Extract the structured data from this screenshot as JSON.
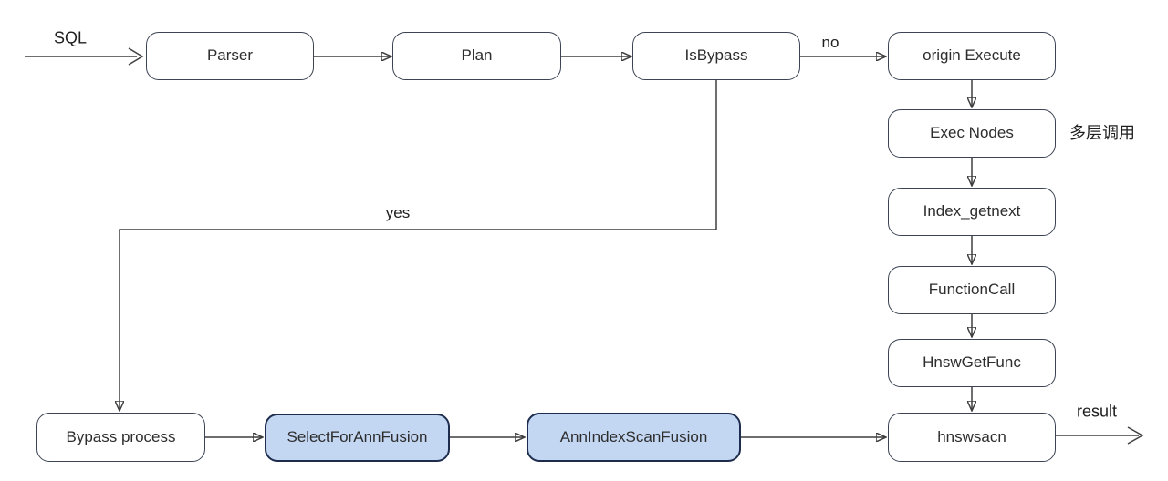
{
  "nodes": {
    "parser": {
      "label": "Parser"
    },
    "plan": {
      "label": "Plan"
    },
    "isbypass": {
      "label": "IsBypass"
    },
    "origin_execute": {
      "label": "origin Execute"
    },
    "exec_nodes": {
      "label": "Exec Nodes"
    },
    "index_getnext": {
      "label": "Index_getnext"
    },
    "functioncall": {
      "label": "FunctionCall"
    },
    "hnswgetfunc": {
      "label": "HnswGetFunc"
    },
    "hnswsacn": {
      "label": "hnswsacn"
    },
    "bypass_process": {
      "label": "Bypass process"
    },
    "selectforannfusion": {
      "label": "SelectForAnnFusion"
    },
    "annindexscanfusion": {
      "label": "AnnIndexScanFusion"
    }
  },
  "edge_labels": {
    "sql": "SQL",
    "no": "no",
    "yes": "yes",
    "result": "result",
    "multi_layer_call": "多层调用"
  },
  "colors": {
    "background": "#ffffff",
    "node_fill": "#ffffff",
    "node_border": "#3c4454",
    "highlight_fill": "#c3d6f2",
    "highlight_border": "#1e2d4d",
    "edge_line": "#3f3f3f",
    "text": "#2d2d2d"
  }
}
